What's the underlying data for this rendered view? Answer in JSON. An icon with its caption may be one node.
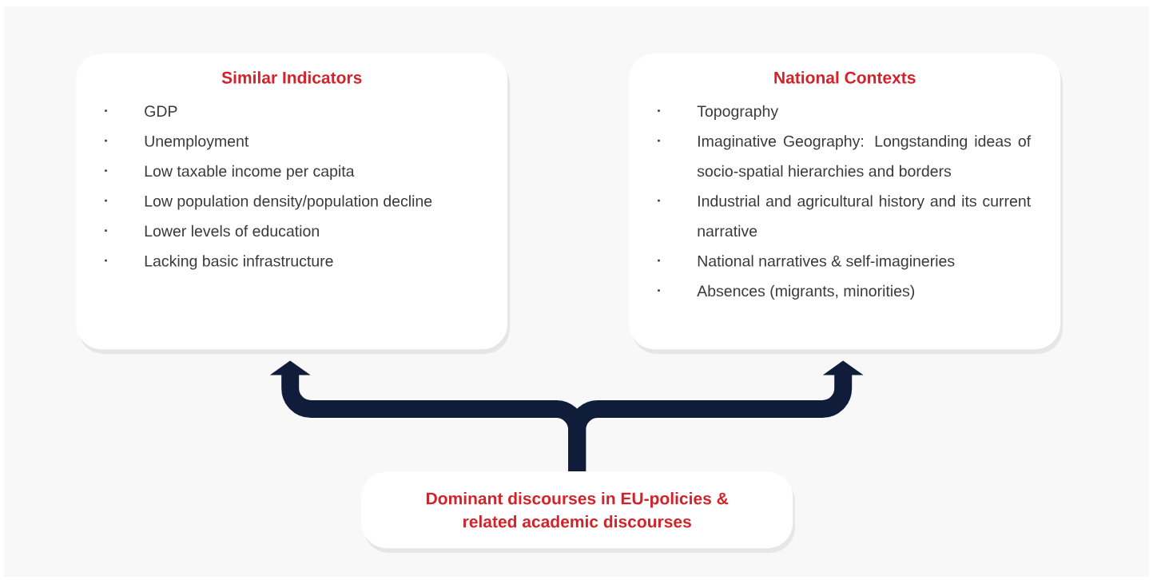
{
  "diagram": {
    "nodes": [
      {
        "text": [
          "Similar Indicators",
          "GDP",
          "Unemployment",
          "Low taxable income per capita",
          "Low population density/population decline",
          "Lower levels of education",
          "Lacking basic infrastructure"
        ]
      },
      {
        "text": [
          "National Contexts",
          "Topography",
          "Imaginative Geography: Longstanding ideas of socio-spatial hierarchies and borders",
          "Industrial and agricultural history and its current narrative",
          "National narratives & self-imagineries",
          "Absences (migrants, minorities)"
        ]
      },
      {
        "text": [
          "Dominant discourses in EU-policies & related academic discourses"
        ]
      }
    ],
    "edges": [
      {
        "from": 2,
        "to": 0,
        "arrow": "to"
      },
      {
        "from": 2,
        "to": 1,
        "arrow": "to"
      }
    ]
  }
}
